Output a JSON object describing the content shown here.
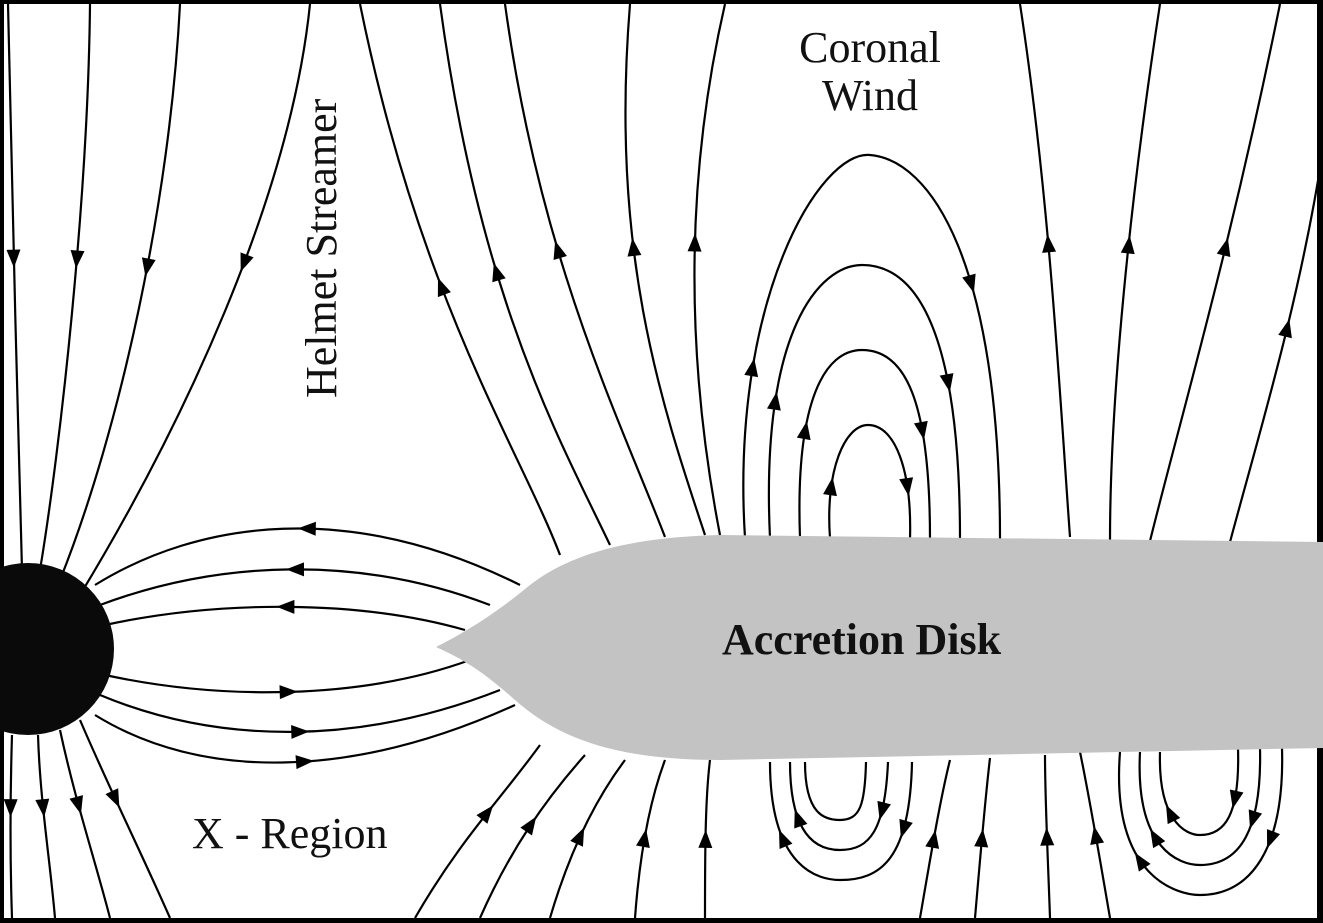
{
  "diagram": {
    "labels": {
      "coronal_wind_line1": "Coronal",
      "coronal_wind_line2": "Wind",
      "helmet_streamer": "Helmet Streamer",
      "x_region": "X - Region",
      "accretion_disk": "Accretion Disk"
    },
    "colors": {
      "background": "#ffffff",
      "border": "#000000",
      "lines": "#000000",
      "star": "#0a0a0a",
      "disk": "#c2c2c2"
    }
  }
}
